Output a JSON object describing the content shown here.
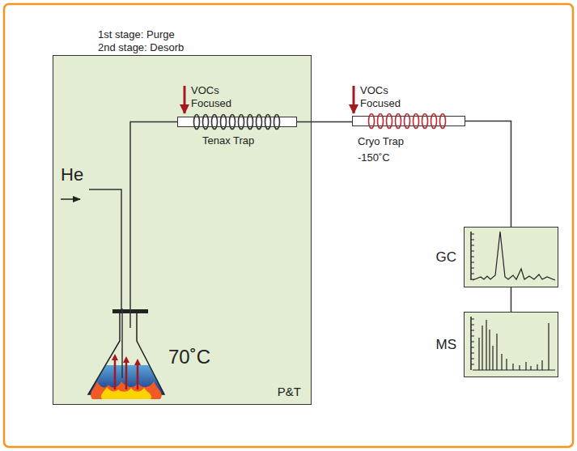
{
  "diagram": {
    "nodes": [
      {
        "text": [
          "1st stage: Purge",
          "2nd stage: Desorb",
          "P&T"
        ]
      },
      {
        "text": [
          "Tenax Trap"
        ],
        "in": 0
      },
      {
        "text": [
          "70˚C"
        ],
        "in": 0
      },
      {
        "text": [
          "Cryo Trap -150˚C"
        ]
      },
      {
        "text": [
          "GC"
        ]
      },
      {
        "text": [
          "MS"
        ]
      }
    ],
    "edges": [
      {
        "from": 2,
        "to": 1,
        "arrow": "none"
      },
      {
        "from": 1,
        "to": 3,
        "arrow": "none"
      },
      {
        "from": 3,
        "to": 4,
        "arrow": "none"
      },
      {
        "from": 4,
        "to": 5,
        "arrow": "none"
      }
    ],
    "labels": [
      "He",
      "VOCs Focused",
      "VOCs Focused"
    ]
  }
}
